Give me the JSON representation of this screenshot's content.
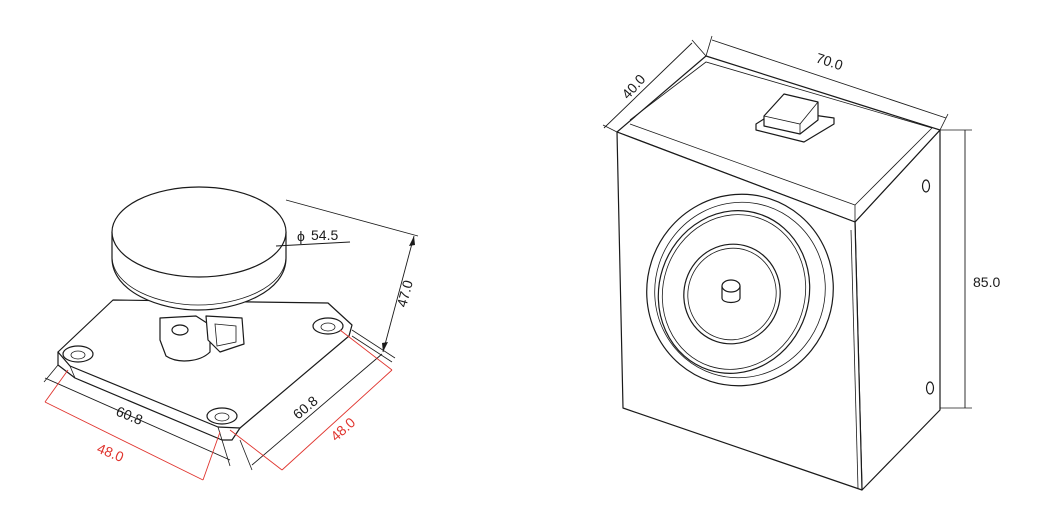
{
  "left_view": {
    "diameter_symbol": "ϕ",
    "diameter_value": "54.5",
    "height": "47.0",
    "base_width_a": "60.8",
    "base_width_b": "60.8",
    "hole_spacing_a": "48.0",
    "hole_spacing_b": "48.0"
  },
  "right_view": {
    "depth": "40.0",
    "width": "70.0",
    "height": "85.0"
  },
  "colors": {
    "line": "#1a1a1a",
    "hole_spacing_dimension": "#e0342e"
  }
}
